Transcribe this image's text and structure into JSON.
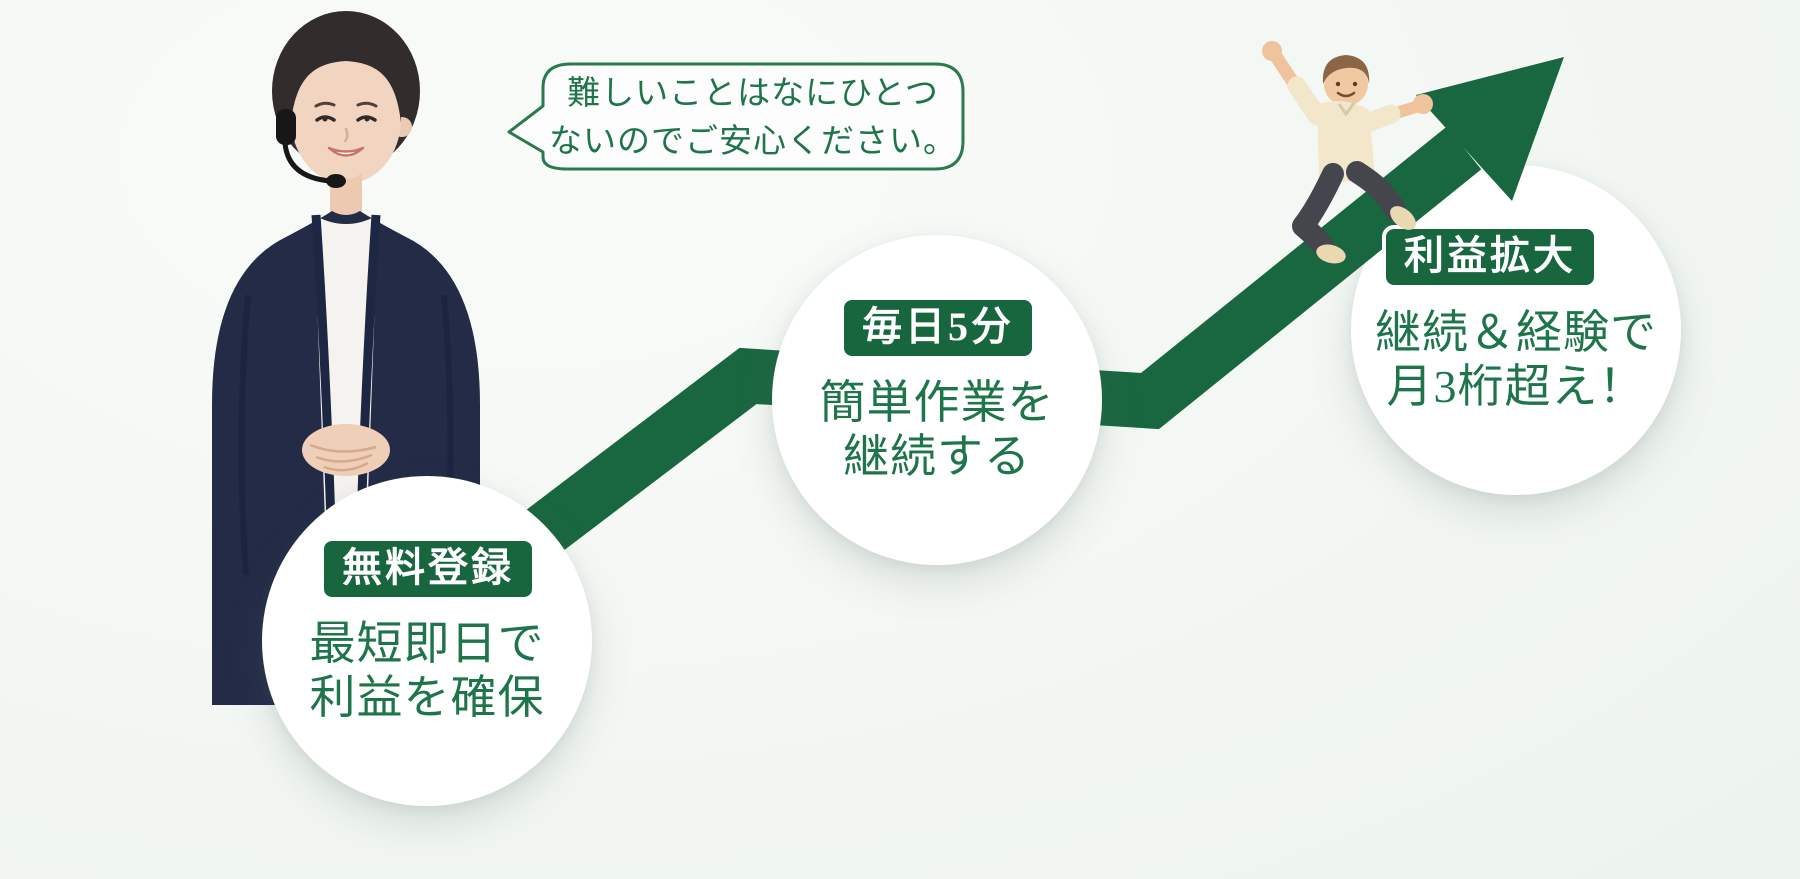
{
  "palette": {
    "arrow_green": "#196740",
    "badge_green": "#17663e",
    "text_green": "#1e7549",
    "bubble_border": "#2a7a4e",
    "background": "#f3f7f3",
    "circle_white": "#ffffff",
    "badge_text": "#ffffff"
  },
  "speech_bubble": {
    "line1": "難しいことはなにひとつ",
    "line2": "ないのでご安心ください。"
  },
  "steps": [
    {
      "badge": "無料登録",
      "line1": "最短即日で",
      "line2": "利益を確保"
    },
    {
      "badge": "毎日5分",
      "line1": "簡単作業を",
      "line2": "継続する"
    },
    {
      "badge": "利益拡大",
      "line1": "継続＆経験で",
      "line2": "月3桁超え！"
    }
  ]
}
